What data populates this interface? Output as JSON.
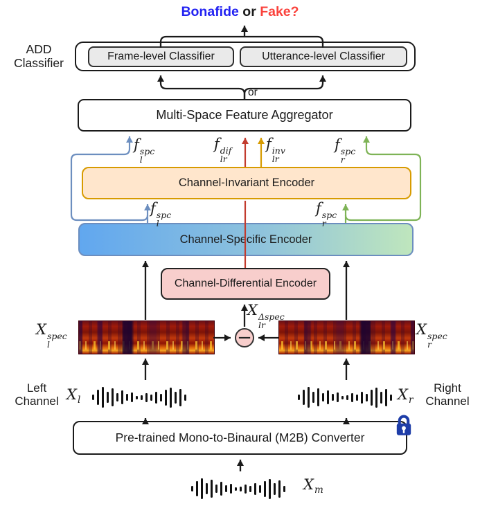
{
  "verdict": {
    "bonafide": "Bonafide",
    "or": " or ",
    "fake": "Fake?"
  },
  "add_classifier": {
    "label_line1": "ADD",
    "label_line2": "Classifier",
    "frame": "Frame-level Classifier",
    "utterance": "Utterance-level Classifier",
    "or": "or"
  },
  "aggregator": {
    "label": "Multi-Space Feature Aggregator"
  },
  "encoders": {
    "invariant": "Channel-Invariant Encoder",
    "specific": "Channel-Specific Encoder",
    "differential": "Channel-Differential Encoder"
  },
  "converter": {
    "label": "Pre-trained Mono-to-Binaural (M2B) Converter"
  },
  "features": {
    "f_l_spc": {
      "base": "f",
      "sup": "spc",
      "sub": "l"
    },
    "f_lr_dif": {
      "base": "f",
      "sup": "dif",
      "sub": "lr"
    },
    "f_lr_inv": {
      "base": "f",
      "sup": "inv",
      "sub": "lr"
    },
    "f_r_spc": {
      "base": "f",
      "sup": "spc",
      "sub": "r"
    }
  },
  "signals": {
    "x_l_spec": {
      "base": "X",
      "sup": "spec",
      "sub": "l"
    },
    "x_r_spec": {
      "base": "X",
      "sup": "spec",
      "sub": "r"
    },
    "x_lr_dspec": {
      "base": "X",
      "sup": "Δspec",
      "sub": "lr"
    },
    "x_l": {
      "base": "X",
      "sub": "l"
    },
    "x_r": {
      "base": "X",
      "sub": "r"
    },
    "x_m": {
      "base": "X",
      "sub": "m"
    }
  },
  "channels": {
    "left_line1": "Left",
    "left_line2": "Channel",
    "right_line1": "Right",
    "right_line2": "Channel"
  },
  "operators": {
    "minus": "−"
  },
  "icons": {
    "lock": "lock-icon (frozen pre-trained model)",
    "waveform_heights": [
      8,
      22,
      30,
      16,
      26,
      12,
      20,
      10,
      14,
      5,
      7,
      13,
      9,
      17,
      11,
      23,
      29,
      17,
      25,
      9
    ]
  },
  "colors": {
    "verdict_bonafide": "#2222f2",
    "verdict_fake": "#fa423c",
    "line_blue": "#6c8ebf",
    "line_red": "#c23b2e",
    "line_orange": "#d79b00",
    "line_green": "#7eb356",
    "invariant_fill": "#ffe6cc",
    "invariant_border": "#d79b00",
    "specific_fill_left": "#61a7ef",
    "specific_fill_right": "#bfe6bd",
    "differential_fill": "#f8cecc",
    "classifier_fill": "#eaeaea",
    "lock_blue": "#1e3da8"
  }
}
